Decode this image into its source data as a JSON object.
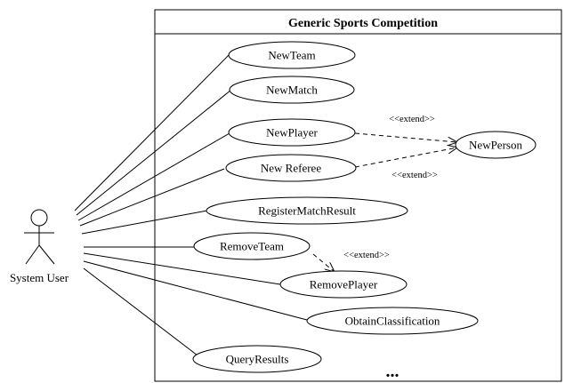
{
  "system": {
    "title": "Generic Sports Competition"
  },
  "actor": {
    "name": "System User"
  },
  "use_cases": {
    "new_team": "NewTeam",
    "new_match": "NewMatch",
    "new_player": "NewPlayer",
    "new_referee": "New Referee",
    "register_match_result": "RegisterMatchResult",
    "remove_team": "RemoveTeam",
    "remove_player": "RemovePlayer",
    "obtain_classification": "ObtainClassification",
    "query_results": "QueryResults",
    "new_person": "NewPerson"
  },
  "relations": {
    "extend_1": "<<extend>>",
    "extend_2": "<<extend>>",
    "extend_3": "<<extend>>"
  },
  "more_indicator": "..."
}
